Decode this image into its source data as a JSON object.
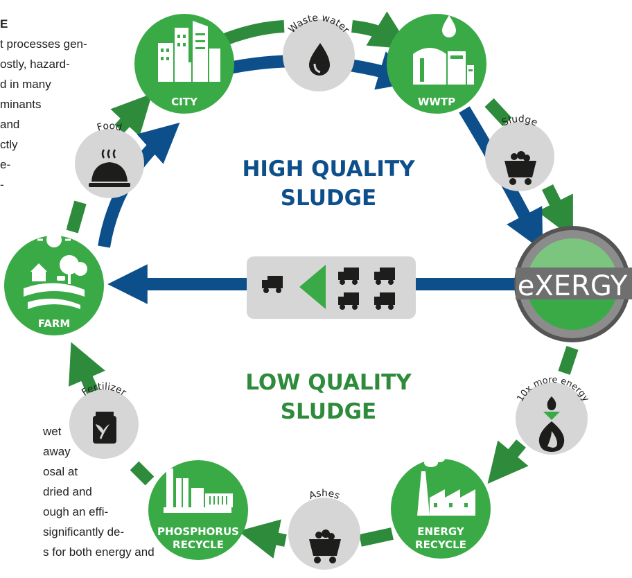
{
  "background_text": {
    "top_lines": [
      "E",
      "t processes gen-",
      "ostly, hazard-",
      "d in many",
      "minants",
      " and",
      "ctly",
      "e-",
      "-"
    ],
    "bottom_lines": [
      "wet",
      "away",
      "osal at",
      "dried and",
      "ough an effi-",
      "significantly de-",
      "s for both energy and"
    ]
  },
  "headings": {
    "high_line1": "HIGH QUALITY",
    "high_line2": "SLUDGE",
    "low_line1": "LOW QUALITY",
    "low_line2": "SLUDGE"
  },
  "nodes": {
    "city": "CITY",
    "wwtp": "WWTP",
    "farm": "FARM",
    "phosphorus_line1": "PHOSPHORUS",
    "phosphorus_line2": "RECYCLE",
    "energy_line1": "ENERGY",
    "energy_line2": "RECYCLE"
  },
  "transfers": {
    "waste_water": "Waste water",
    "sludge": "Sludge",
    "food": "Food",
    "fertilizer": "Fertilizer",
    "ashes": "Ashes",
    "more_energy": "10x more energy"
  },
  "logo": {
    "text": "eXERGY"
  },
  "colors": {
    "green": "#3aaa47",
    "dark_green": "#2e8b3b",
    "blue": "#0d4f8b",
    "grey_circle": "#d6d6d6",
    "icon_dark": "#1d1d1b"
  },
  "icons": [
    "buildings-icon",
    "factory-icon",
    "farm-icon",
    "phosphorus-plant-icon",
    "power-plant-icon",
    "water-drop-icon",
    "coal-cart-icon",
    "bread-icon",
    "fertilizer-bag-icon",
    "flame-icon",
    "truck-icon"
  ]
}
